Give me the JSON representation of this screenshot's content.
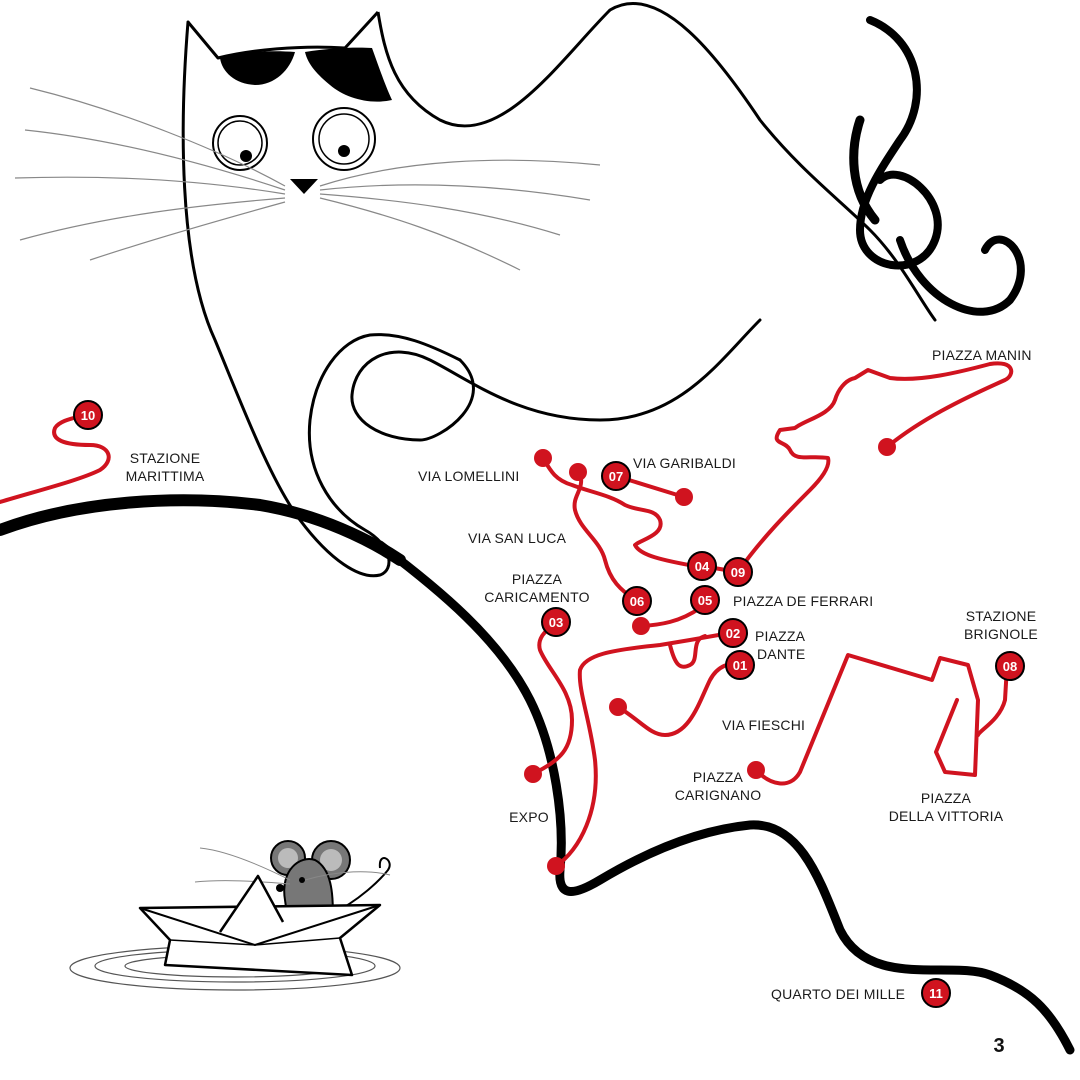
{
  "page_number": "3",
  "colors": {
    "route": "#d0131f",
    "ink": "#000000",
    "mouse": "#777777",
    "paper": "#ffffff"
  },
  "stops": [
    {
      "num": "01",
      "label_lines": [
        "PIAZZA",
        "DANTE"
      ]
    },
    {
      "num": "02",
      "label_lines": [
        "PIAZZA",
        "DANTE"
      ]
    },
    {
      "num": "03",
      "label_lines": [
        "PIAZZA",
        "CARICAMENTO"
      ]
    },
    {
      "num": "04",
      "label_lines": [
        "VIA SAN LUCA"
      ]
    },
    {
      "num": "05",
      "label_lines": [
        "PIAZZA DE FERRARI"
      ]
    },
    {
      "num": "06",
      "label_lines": [
        "VIA LOMELLINI"
      ]
    },
    {
      "num": "07",
      "label_lines": [
        "VIA GARIBALDI"
      ]
    },
    {
      "num": "08",
      "label_lines": [
        "STAZIONE",
        "BRIGNOLE"
      ]
    },
    {
      "num": "09",
      "label_lines": [
        "PIAZZA MANIN"
      ]
    },
    {
      "num": "10",
      "label_lines": [
        "STAZIONE",
        "MARITTIMA"
      ]
    },
    {
      "num": "11",
      "label_lines": [
        "QUARTO DEI MILLE"
      ]
    }
  ],
  "place_labels": {
    "via_lomellini": "VIA  LOMELLINI",
    "via_garibaldi": "VIA GARIBALDI",
    "via_san_luca": "VIA SAN LUCA",
    "piazza_caricamento_1": "PIAZZA",
    "piazza_caricamento_2": "CARICAMENTO",
    "piazza_de_ferrari": "PIAZZA DE FERRARI",
    "piazza_dante_1": "PIAZZA",
    "piazza_dante_2": "DANTE",
    "via_fieschi": "VIA FIESCHI",
    "piazza_carignano_1": "PIAZZA",
    "piazza_carignano_2": "CARIGNANO",
    "expo": "EXPO",
    "stazione_brignole_1": "STAZIONE",
    "stazione_brignole_2": "BRIGNOLE",
    "piazza_vittoria_1": "PIAZZA",
    "piazza_vittoria_2": "DELLA VITTORIA",
    "piazza_manin": "PIAZZA MANIN",
    "stazione_marittima_1": "STAZIONE",
    "stazione_marittima_2": "MARITTIMA",
    "quarto_dei_mille": "QUARTO DEI MILLE"
  },
  "markers": [
    "01",
    "02",
    "03",
    "04",
    "05",
    "06",
    "07",
    "08",
    "09",
    "10",
    "11"
  ],
  "illustrations": [
    "cat-illustration",
    "mouse-in-paper-boat-illustration"
  ]
}
